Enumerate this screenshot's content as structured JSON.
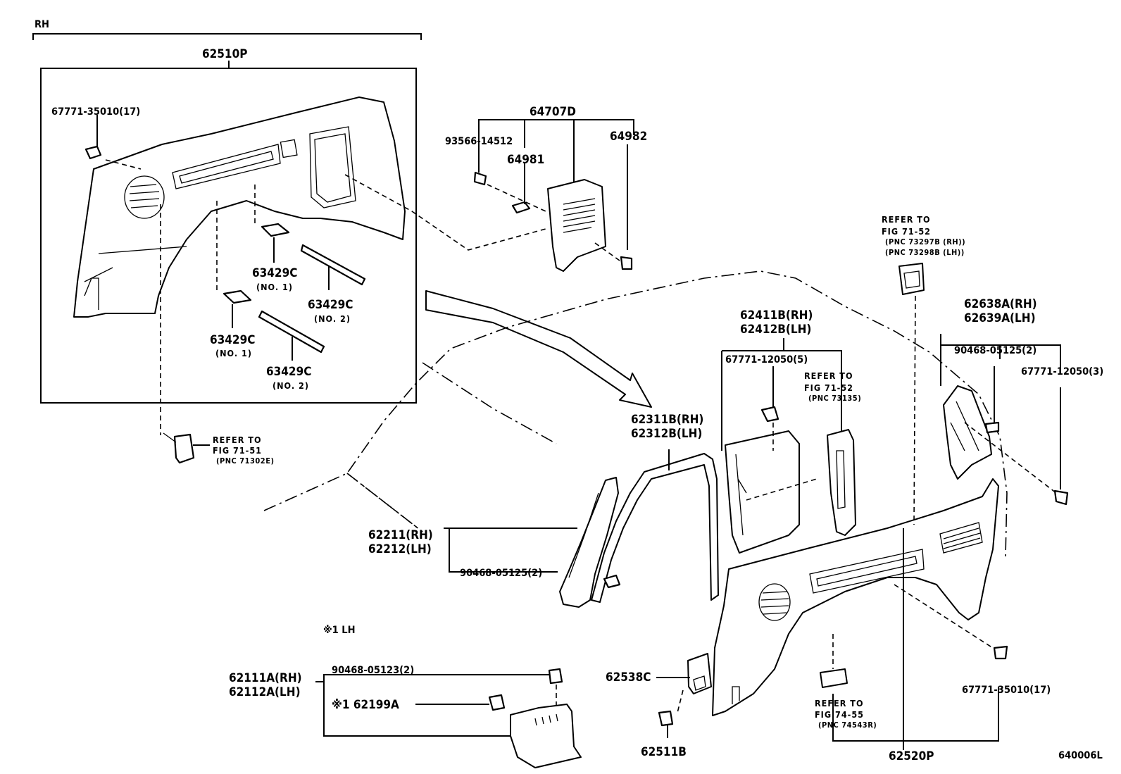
{
  "labels": {
    "rh": "RH",
    "p62510P": "62510P",
    "p67771_35010_a": "67771-35010(17)",
    "p63429C_1a": "63429C",
    "no1a": "(NO. 1)",
    "p63429C_2a": "63429C",
    "no2a": "(NO. 2)",
    "p63429C_1b": "63429C",
    "no1b": "(NO. 1)",
    "p63429C_2b": "63429C",
    "no2b": "(NO. 2)",
    "ref71_51_a": "REFER TO",
    "ref71_51_b": "FIG 71-51",
    "ref71_51_c": "(PNC 71302E)",
    "p64707D": "64707D",
    "p93566": "93566-14512",
    "p64981": "64981",
    "p64982": "64982",
    "ref7152a_a": "REFER TO",
    "ref7152a_b": "FIG 71-52",
    "ref7152a_c": "(PNC 73297B (RH))",
    "ref7152a_d": "(PNC 73298B (LH))",
    "p62411B": "62411B(RH)",
    "p62412B": "62412B(LH)",
    "p67771_12050_5": "67771-12050(5)",
    "ref7152b_a": "REFER TO",
    "ref7152b_b": "FIG 71-52",
    "ref7152b_c": "(PNC 73135)",
    "p62638A": "62638A(RH)",
    "p62639A": "62639A(LH)",
    "p90468_05125_a": "90468-05125(2)",
    "p67771_12050_3": "67771-12050(3)",
    "p62311B": "62311B(RH)",
    "p62312B": "62312B(LH)",
    "p62211": "62211(RH)",
    "p62212": "62212(LH)",
    "p90468_05125_b": "90468-05125(2)",
    "note1lh": "※1 LH",
    "p62111A": "62111A(RH)",
    "p62112A": "62112A(LH)",
    "p90468_05123": "90468-05123(2)",
    "p62199A": "※1 62199A",
    "p62538C": "62538C",
    "p62511B": "62511B",
    "ref7455_a": "REFER TO",
    "ref7455_b": "FIG 74-55",
    "ref7455_c": "(PNC 74543R)",
    "p67771_35010_b": "67771-35010(17)",
    "p62520P": "62520P",
    "code": "640006L"
  }
}
